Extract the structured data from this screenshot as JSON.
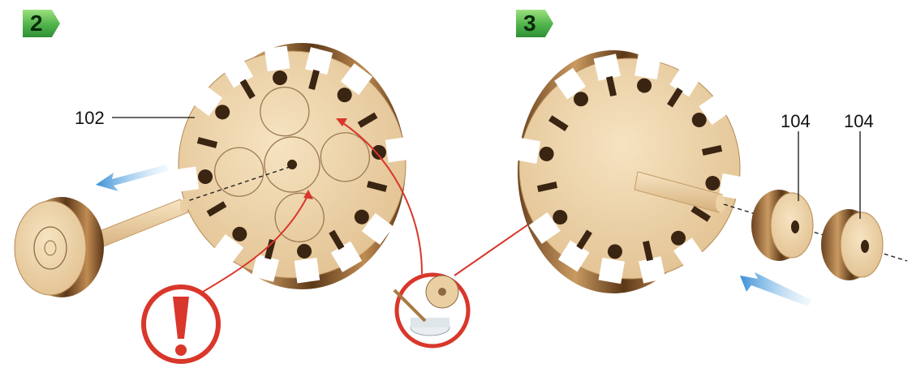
{
  "steps": [
    {
      "number": "2",
      "color": "#4fb34a"
    },
    {
      "number": "3",
      "color": "#4fb34a"
    }
  ],
  "parts": {
    "disk_label": "102",
    "spacer_label_1": "104",
    "spacer_label_2": "104"
  },
  "colors": {
    "light_wood": "#ecd2a6",
    "dark_wood": "#8a5a2b",
    "warning_red": "#d9372b",
    "arrow_blue": "#4aa3e0"
  },
  "icons": [
    "warning-exclamation-icon",
    "glue-tool-icon",
    "direction-arrow-icon"
  ]
}
